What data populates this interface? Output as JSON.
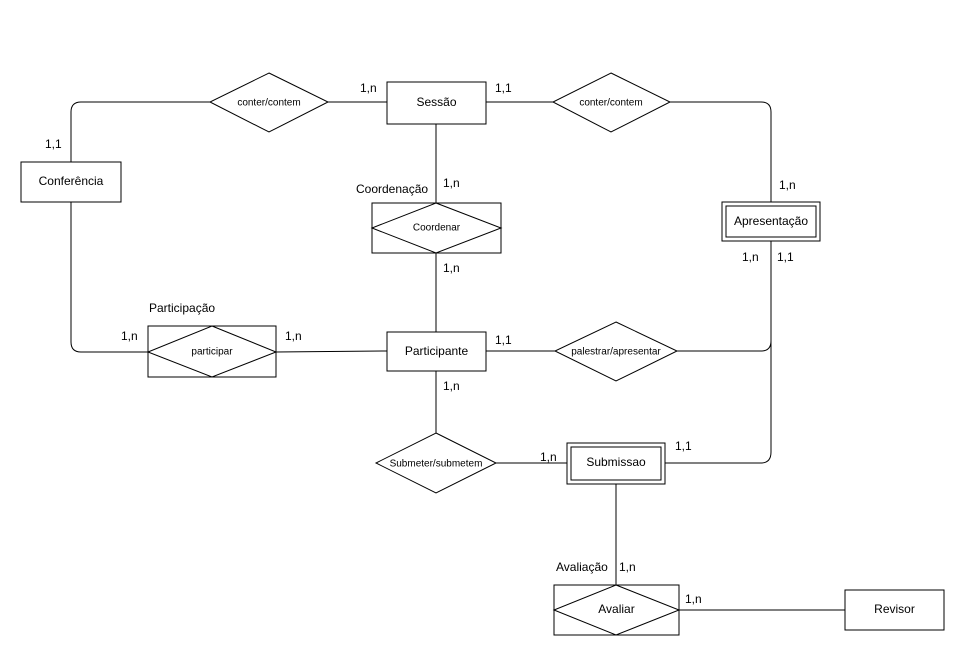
{
  "entities": {
    "sessao": "Sessão",
    "conferencia": "Conferência",
    "apresentacao": "Apresentação",
    "participante": "Participante",
    "submissao": "Submissao",
    "revisor": "Revisor"
  },
  "relationships": {
    "conter_conf_sessao": "conter/contem",
    "conter_sessao_apres": "conter/contem",
    "coordenar": "Coordenar",
    "participar": "participar",
    "palestrar": "palestrar/apresentar",
    "submeter": "Submeter/submetem",
    "avaliar": "Avaliar"
  },
  "associative_titles": {
    "coordenacao": "Coordenação",
    "participacao": "Participação",
    "avaliacao": "Avaliação"
  },
  "cardinalities": {
    "sessao_left": "1,n",
    "sessao_right": "1,1",
    "conferencia_top": "1,1",
    "sessao_bottom": "1,n",
    "apresentacao_top": "1,n",
    "coordenacao_bottom": "1,n",
    "apresentacao_bottom_left": "1,n",
    "apresentacao_bottom_right": "1,1",
    "participacao_left": "1,n",
    "participacao_right": "1,n",
    "participante_right": "1,1",
    "participante_bottom": "1,n",
    "submissao_right": "1,1",
    "submissao_left": "1,n",
    "avaliacao_top": "1,n",
    "avaliacao_right": "1,n"
  }
}
